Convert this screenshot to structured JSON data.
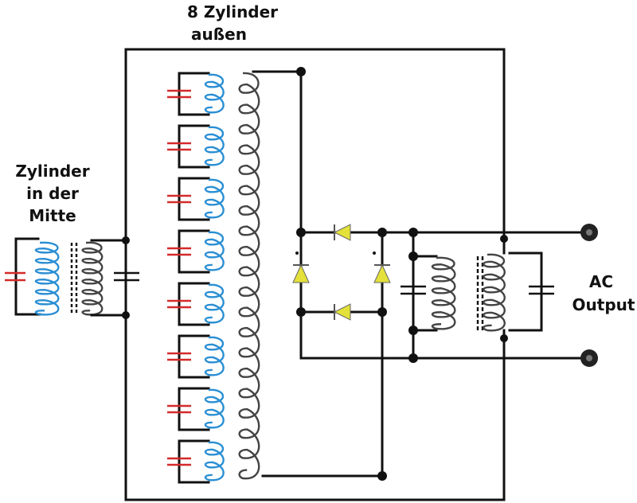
{
  "labels": {
    "outer_line1": "8 Zylinder",
    "outer_line2": "außen",
    "center_line1": "Zylinder",
    "center_line2": "in der",
    "center_line3": "Mitte",
    "output_line1": "AC",
    "output_line2": "Output"
  },
  "outer_cylinder_count": 8,
  "colors": {
    "wire": "#111111",
    "primary_coil": "#2a8fd4",
    "secondary_coil": "#444444",
    "capacitor": "#d42a2a",
    "diode": "#e3e13a"
  }
}
